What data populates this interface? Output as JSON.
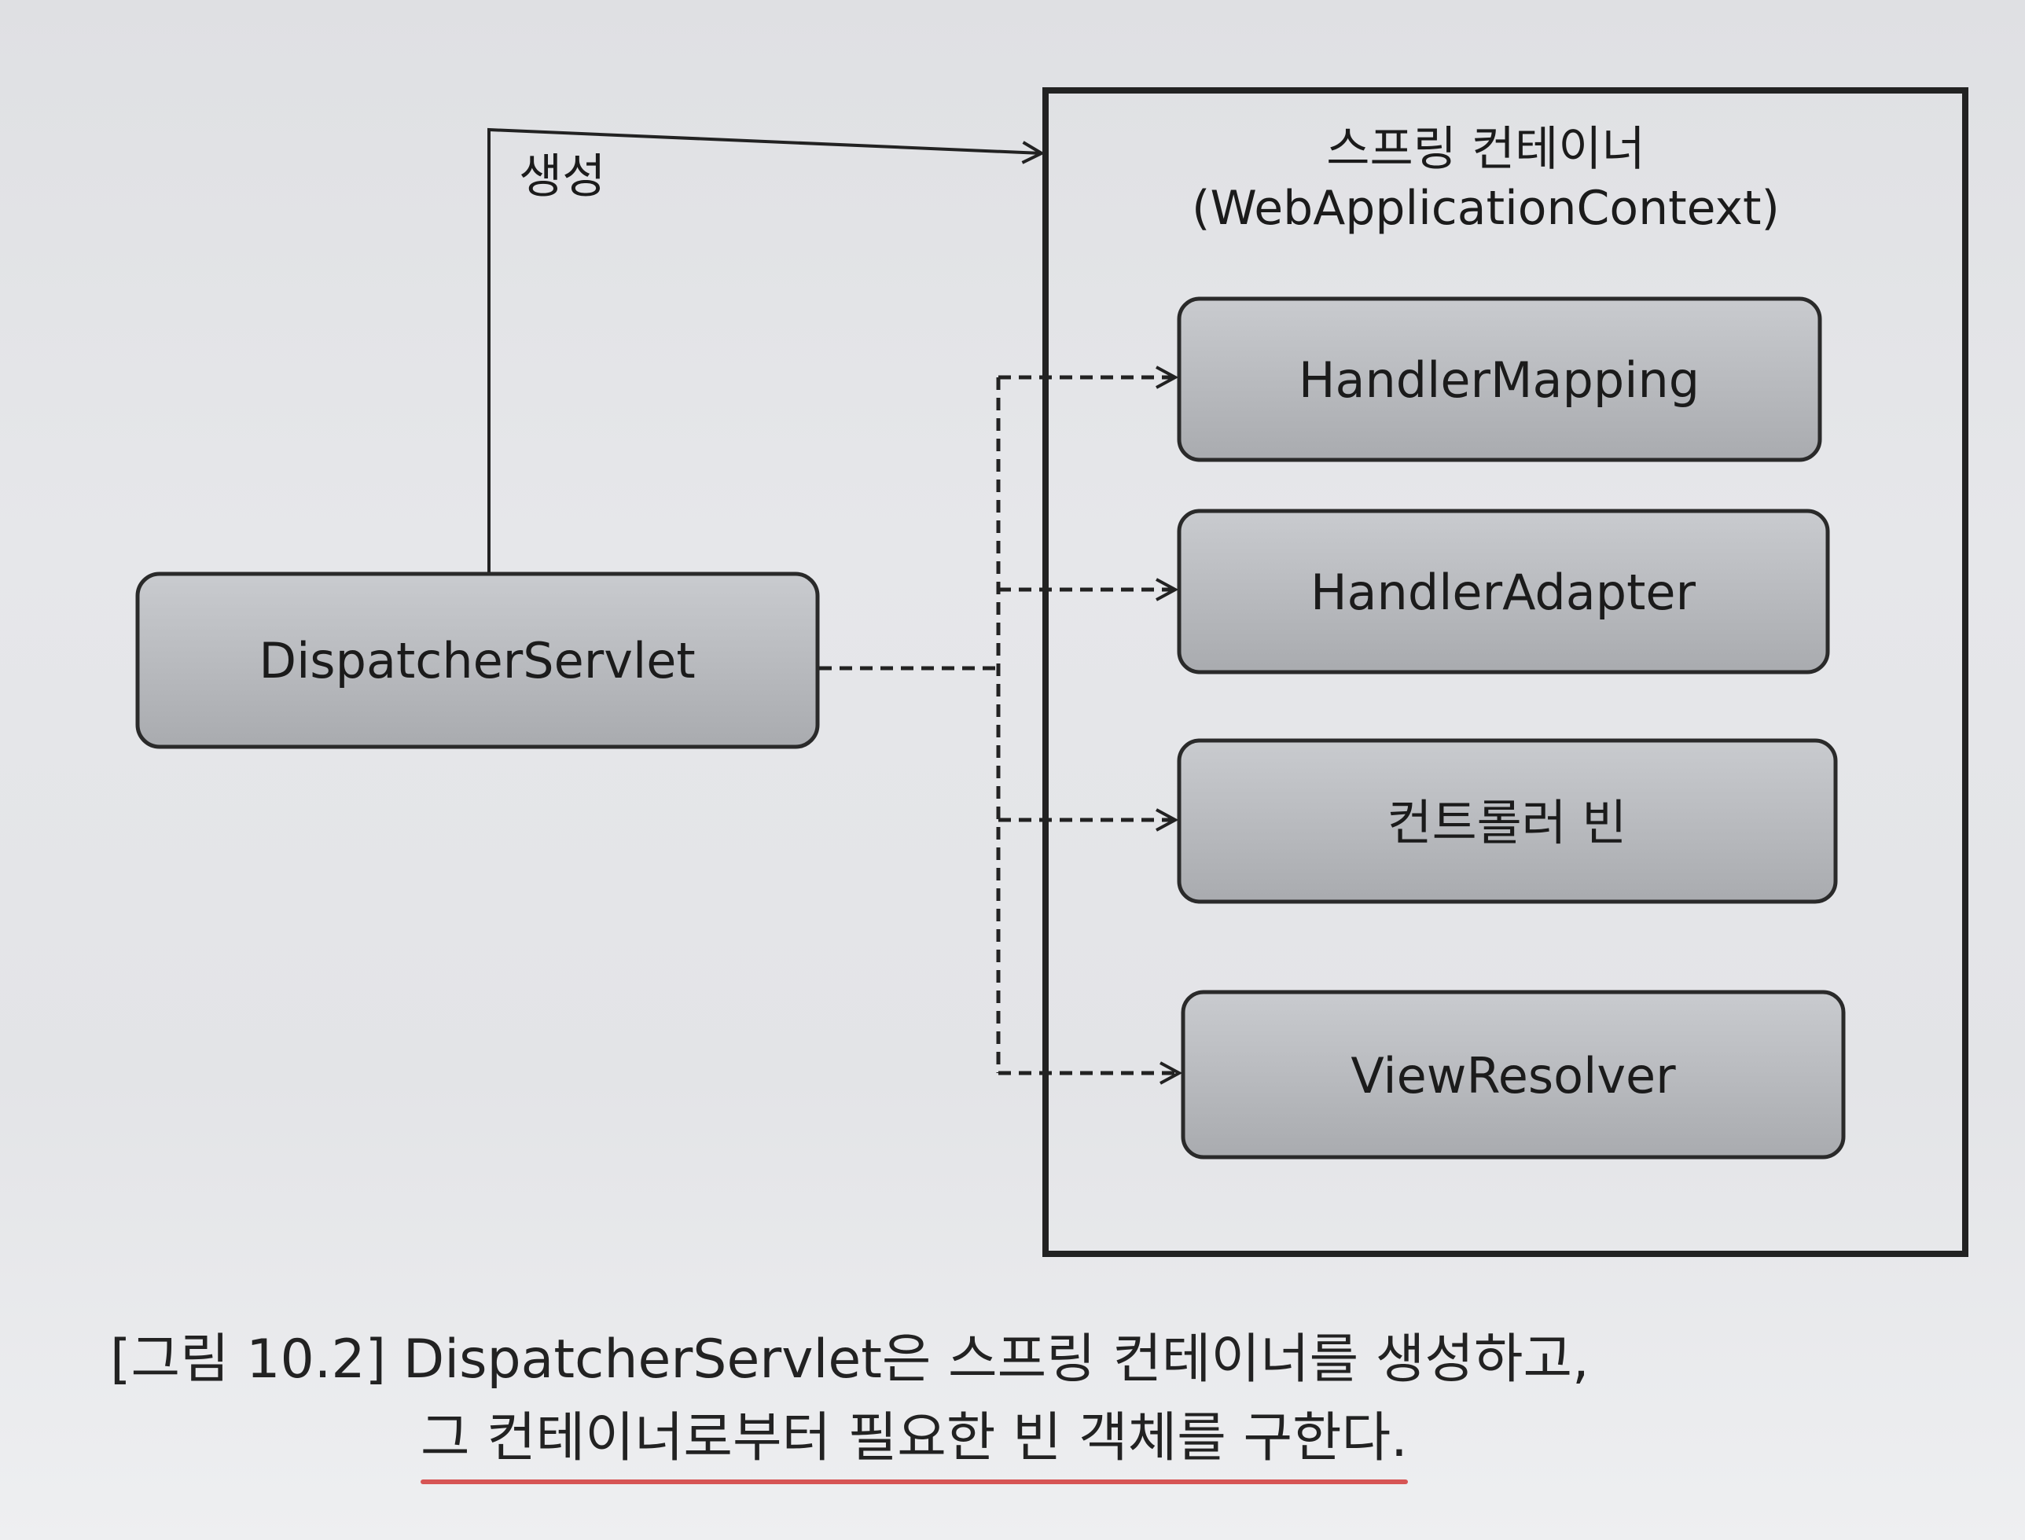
{
  "container": {
    "title": "스프링 컨테이너",
    "subtitle": "(WebApplicationContext)"
  },
  "dispatcher": {
    "label": "DispatcherServlet"
  },
  "create_label": "생성",
  "beans": [
    {
      "label": "HandlerMapping"
    },
    {
      "label": "HandlerAdapter"
    },
    {
      "label": "컨트롤러 빈"
    },
    {
      "label": "ViewResolver"
    }
  ],
  "caption": {
    "prefix": "[그림 10.2]",
    "line1": "DispatcherServlet은 스프링 컨테이너를 생성하고,",
    "line2": "그 컨테이너로부터 필요한 빈 객체를 구한다."
  },
  "colors": {
    "box_fill": "#b9bbbf",
    "box_stroke": "#2a2a2a",
    "underline": "#d23a3a"
  }
}
